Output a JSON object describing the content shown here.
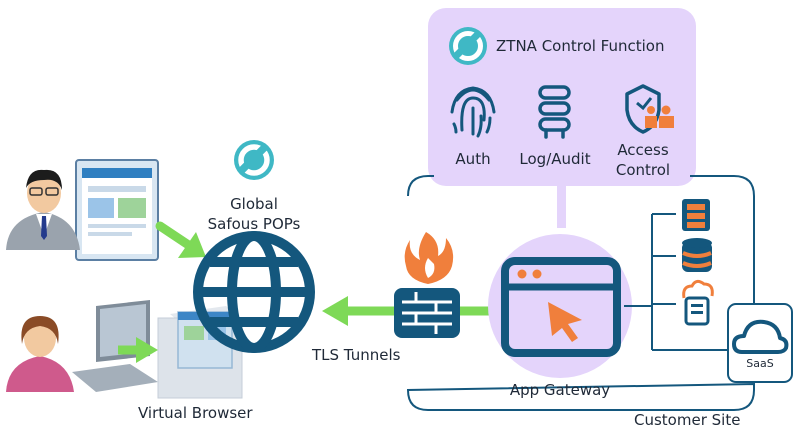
{
  "ztna": {
    "title": "ZTNA Control Function",
    "auth_label": "Auth",
    "log_label": "Log/Audit",
    "access_line1": "Access",
    "access_line2": "Control"
  },
  "pops": {
    "line1": "Global",
    "line2": "Safous POPs"
  },
  "tunnels_label": "TLS Tunnels",
  "gateway_label": "App Gateway",
  "site_label": "Customer Site",
  "saas_label": "SaaS",
  "browser_label": "Virtual Browser",
  "colors": {
    "navy": "#14577d",
    "purple_panel": "#e4d4fb",
    "green_arrow": "#7ed957",
    "orange": "#f07f3c",
    "teal": "#3fb8c5"
  }
}
